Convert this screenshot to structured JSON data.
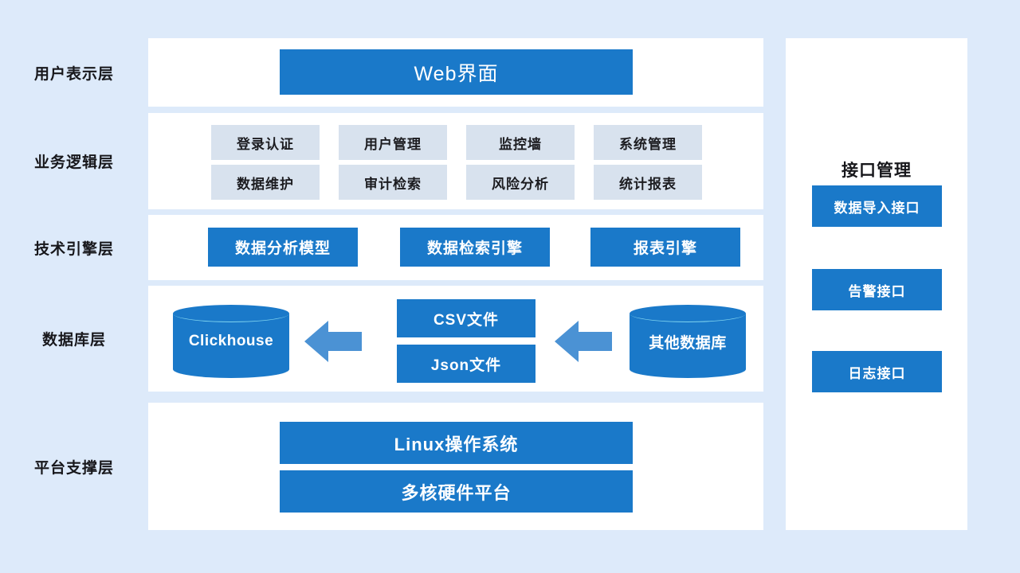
{
  "background_color": "#ddeafa",
  "accent_blue": "#1a79c9",
  "tile_blue_grey": "#d8e2ee",
  "arrow_blue": "#4b92d4",
  "layers": [
    {
      "label": "用户表示层"
    },
    {
      "label": "业务逻辑层"
    },
    {
      "label": "技术引擎层"
    },
    {
      "label": "数据库层"
    },
    {
      "label": "平台支撑层"
    }
  ],
  "presentation_layer": {
    "box_label": "Web界面"
  },
  "business_layer": {
    "tiles": [
      "登录认证",
      "用户管理",
      "监控墙",
      "系统管理",
      "数据维护",
      "审计检索",
      "风险分析",
      "统计报表"
    ]
  },
  "engine_layer": {
    "boxes": [
      "数据分析模型",
      "数据检索引擎",
      "报表引擎"
    ]
  },
  "database_layer": {
    "target_db": "Clickhouse",
    "files": [
      "CSV文件",
      "Json文件"
    ],
    "source_db": "其他数据库",
    "arrows": [
      "arrow-left-to-clickhouse",
      "arrow-left-to-files"
    ]
  },
  "platform_layer": {
    "boxes": [
      "Linux操作系统",
      "多核硬件平台"
    ]
  },
  "interface_panel": {
    "title": "接口管理",
    "buttons": [
      "数据导入接口",
      "告警接口",
      "日志接口"
    ]
  }
}
